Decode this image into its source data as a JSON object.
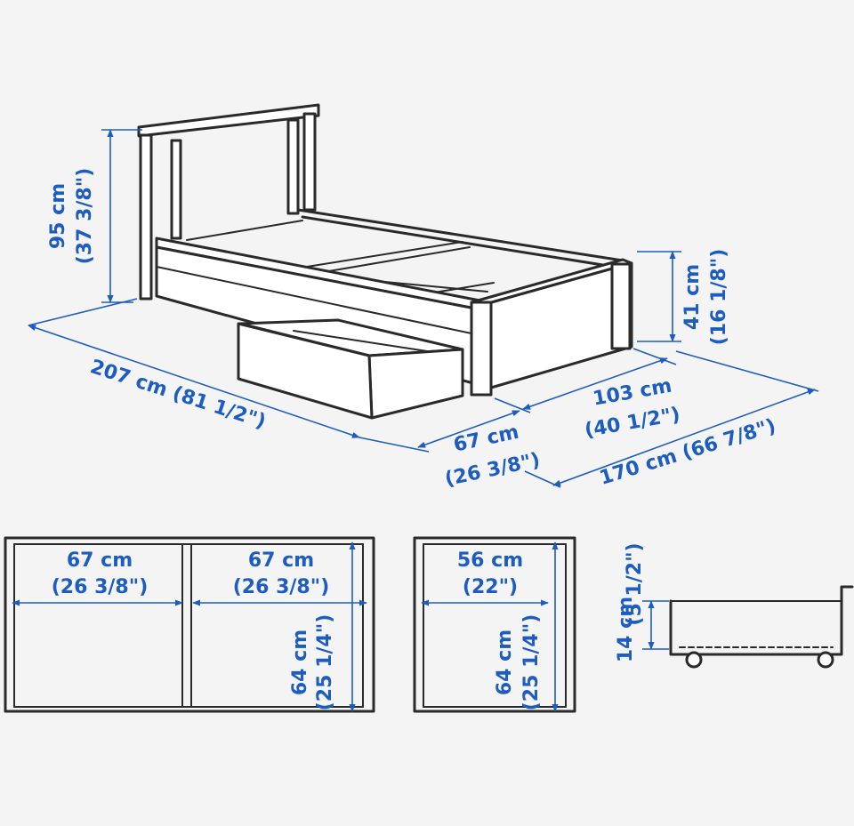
{
  "colors": {
    "dimension": "#1d5cc0",
    "line": "#2a2a2a",
    "background": "#f4f4f4"
  },
  "dimensions": {
    "height_total": {
      "metric": "95 cm",
      "imperial": "(37 3/8\")"
    },
    "length_total": {
      "metric": "207 cm",
      "imperial": "(81 1/2\")"
    },
    "height_footboard": {
      "metric": "41 cm",
      "imperial": "(16 1/8\")"
    },
    "width_bed": {
      "metric": "103 cm",
      "imperial": "(40 1/2\")"
    },
    "width_drawer_out": {
      "metric": "67 cm",
      "imperial": "(26 3/8\")"
    },
    "width_total_drawer_open": {
      "metric": "170 cm",
      "imperial": "(66 7/8\")"
    }
  },
  "drawers": {
    "left_width": {
      "metric": "67 cm",
      "imperial": "(26 3/8\")"
    },
    "right_width": {
      "metric": "67 cm",
      "imperial": "(26 3/8\")"
    },
    "depth": {
      "metric": "64 cm",
      "imperial": "(25 1/4\")"
    },
    "small_width": {
      "metric": "56 cm",
      "imperial": "(22\")"
    },
    "small_depth": {
      "metric": "64 cm",
      "imperial": "(25 1/4\")"
    },
    "height": {
      "metric": "14 cm",
      "imperial": "(5 1/2\")"
    }
  }
}
